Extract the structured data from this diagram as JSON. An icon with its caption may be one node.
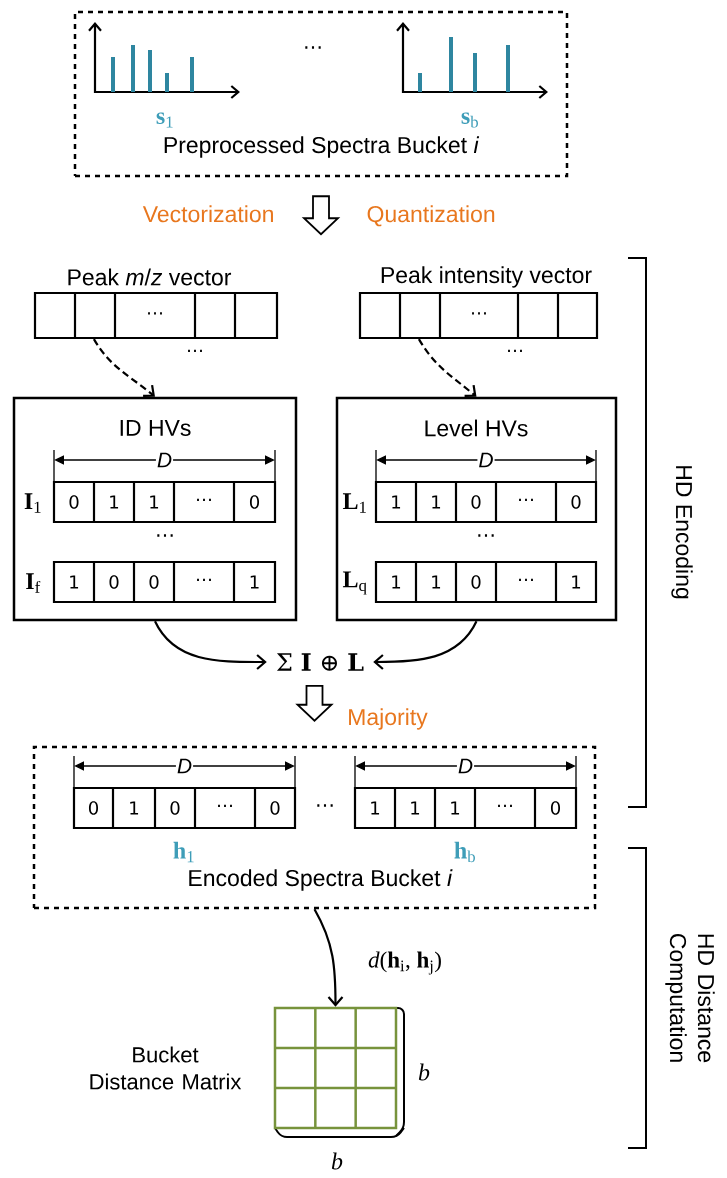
{
  "diagram": {
    "nodes": [
      {
        "text": [
          "Preprocessed Spectra Bucket *i*"
        ]
      },
      {
        "text": [
          "Peak *m*/*z* vector",
          "⋯"
        ],
        "beside": [
          "⋯"
        ]
      },
      {
        "text": [
          "Peak intensity vector",
          "⋯"
        ],
        "beside": [
          "⋯"
        ]
      },
      {
        "text": [
          "ID HVs"
        ]
      },
      {
        "text": [
          "0",
          "1",
          "1",
          "⋯",
          "0"
        ],
        "beside": [
          "D",
          "**I**$_{1}$"
        ],
        "in": 3
      },
      {
        "text": [
          "1",
          "0",
          "0",
          "⋯",
          "1"
        ],
        "beside": [
          "**I**$_{f}$"
        ],
        "in": 3
      },
      {
        "text": [
          "Level HVs"
        ]
      },
      {
        "text": [
          "1",
          "1",
          "0",
          "⋯",
          "0"
        ],
        "beside": [
          "D",
          "**L**$_{1}$"
        ],
        "in": 6
      },
      {
        "text": [
          "1",
          "1",
          "0",
          "⋯",
          "1"
        ],
        "beside": [
          "**L**$_{q}$"
        ],
        "in": 6
      },
      {
        "text": [
          "Σ **I** ⊕ **L**"
        ]
      },
      {
        "text": [
          "Encoded Spectra Bucket *i*"
        ]
      },
      {
        "text": [
          "0",
          "1",
          "0",
          "⋯",
          "0"
        ],
        "beside": [
          "D",
          "**h**$_{1}$"
        ],
        "in": 10
      },
      {
        "text": [
          "1",
          "1",
          "1",
          "⋯",
          "0"
        ],
        "beside": [
          "D",
          "**h**$_{b}$"
        ],
        "in": 10
      },
      {
        "text": [],
        "shape": "box",
        "beside": [
          "Bucket Distance Matrix"
        ]
      }
    ],
    "edges": [
      {
        "from": 0,
        "to": null,
        "arrow": "to"
      },
      {
        "from": 1,
        "to": 3,
        "arrow": "to",
        "style": "dashed"
      },
      {
        "from": 2,
        "to": 6,
        "arrow": "to",
        "style": "dashed"
      },
      {
        "from": 3,
        "to": 9,
        "arrow": "to"
      },
      {
        "from": 6,
        "to": 9,
        "arrow": "to"
      },
      {
        "from": 9,
        "to": 10,
        "arrow": "to",
        "label": "Majority"
      },
      {
        "from": 10,
        "to": 13,
        "arrow": "to",
        "label": "*d*(**h**$_{i}$, **h**$_{j}$)"
      }
    ],
    "labels": [
      "⋯",
      "**s**$_{1}$",
      "**s**$_{b}$",
      "Vectorization",
      "Quantization",
      "⋯",
      "⋯",
      "HD Encoding",
      "⋯",
      "HD Distance Computation",
      "b",
      "b"
    ]
  }
}
